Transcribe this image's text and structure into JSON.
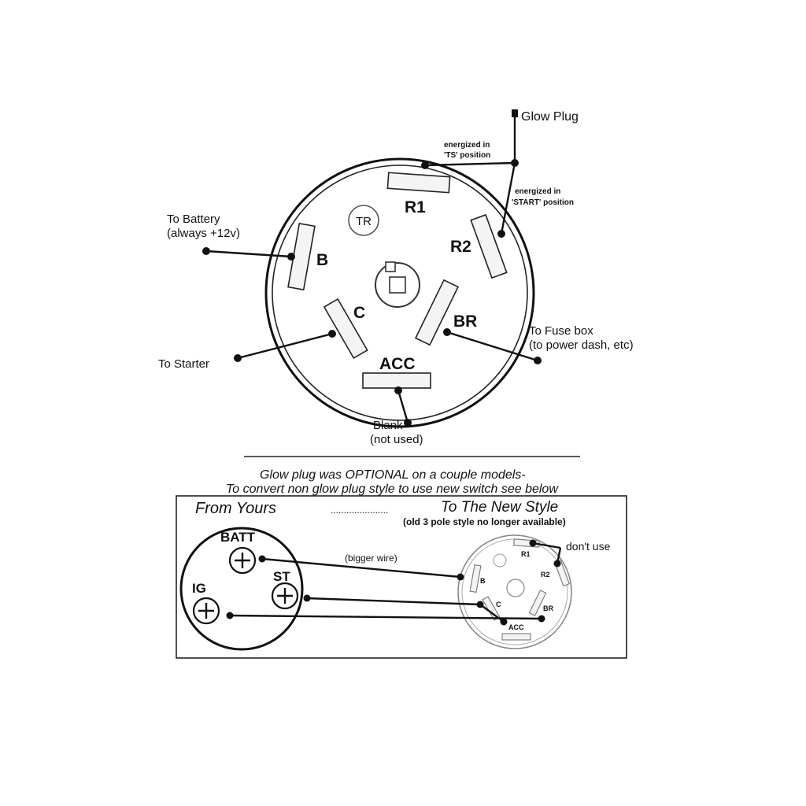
{
  "switch": {
    "terminals": {
      "r1": "R1",
      "r2": "R2",
      "b": "B",
      "c": "C",
      "br": "BR",
      "acc": "ACC"
    },
    "logo": "TR"
  },
  "callouts": {
    "glow_plug": "Glow Plug",
    "energized_ts_1": "energized in",
    "energized_ts_2": "'TS' position",
    "energized_start_1": "energized in",
    "energized_start_2": "'START' position",
    "battery_1": "To Battery",
    "battery_2": "(always +12v)",
    "starter": "To Starter",
    "fuse_1": "To Fuse box",
    "fuse_2": "(to power dash, etc)",
    "blank_1": "Blank",
    "blank_2": "(not used)"
  },
  "note": {
    "line1": "Glow plug was OPTIONAL on a couple models-",
    "line2": "To convert non glow plug style to use new switch see below"
  },
  "conversion": {
    "from_title": "From Yours",
    "dots": "......................",
    "to_title": "To The New Style",
    "to_subtitle": "(old 3 pole style no longer available)",
    "old_terminals": {
      "batt": "BATT",
      "st": "ST",
      "ig": "IG"
    },
    "bigger_wire": "(bigger wire)",
    "dont_use": "don't use",
    "new_terminals": {
      "r1": "R1",
      "r2": "R2",
      "b": "B",
      "c": "C",
      "br": "BR",
      "acc": "ACC"
    }
  }
}
